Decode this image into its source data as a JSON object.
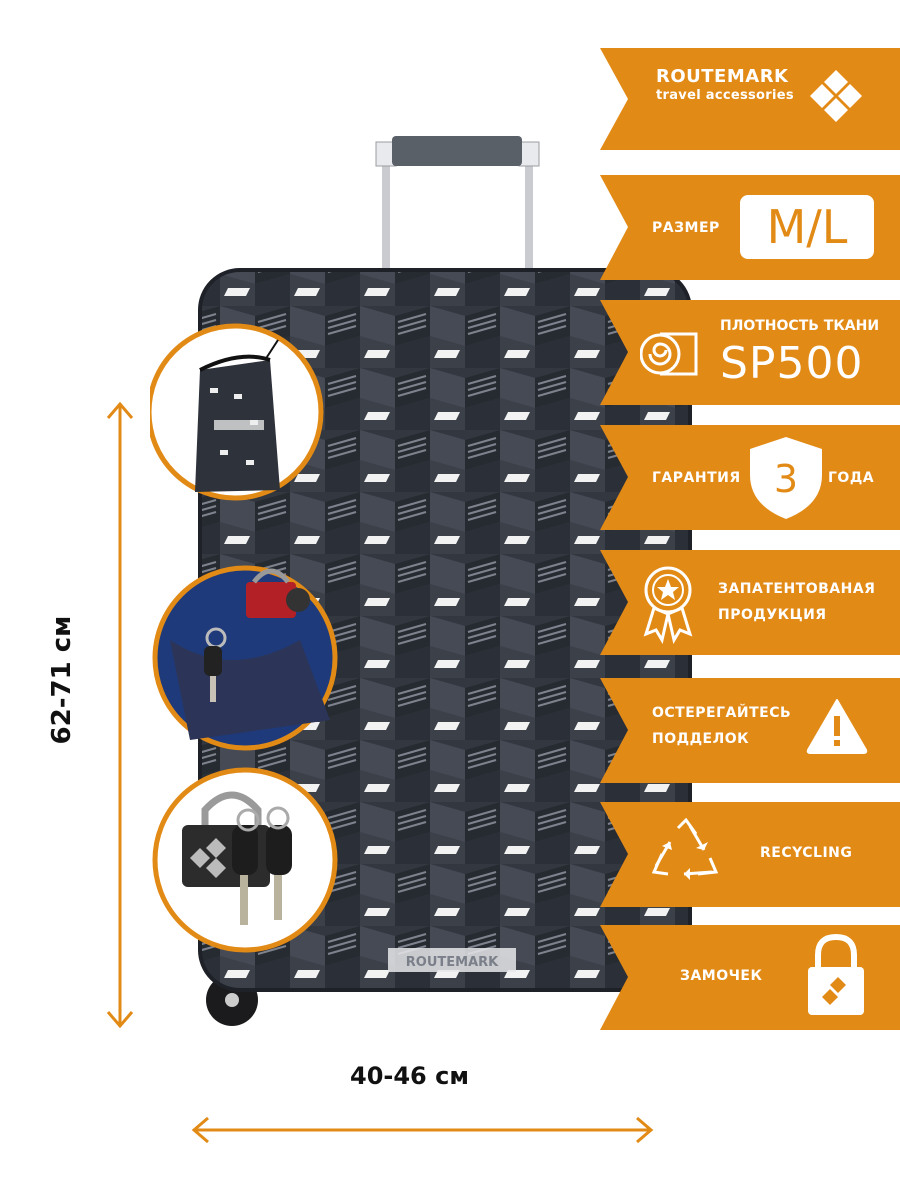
{
  "dimensions": {
    "height_label": "62-71 см",
    "width_label": "40-46 см"
  },
  "suitcase": {
    "cover_label": "ROUTEMARK"
  },
  "features": {
    "brand": {
      "name": "ROUTEMARK",
      "tagline": "travel accessories"
    },
    "size": {
      "label": "РАЗМЕР",
      "value": "M/L"
    },
    "density": {
      "label": "ПЛОТНОСТЬ ТКАНИ",
      "value": "SP500"
    },
    "warranty": {
      "label_left": "ГАРАНТИЯ",
      "value": "3",
      "label_right": "ГОДА"
    },
    "patent": {
      "line1": "ЗАПАТЕНТОВАНАЯ",
      "line2": "ПРОДУКЦИЯ"
    },
    "fake_warning": {
      "line1": "ОСТЕРЕГАЙТЕСЬ",
      "line2": "ПОДДЕЛОК"
    },
    "recycling": {
      "label": "RECYCLING"
    },
    "lock": {
      "label": "ЗАМОЧЕК"
    }
  },
  "colors": {
    "accent": "#e28a16",
    "cover_dark": "#2c3038",
    "cover_mid": "#4a4f5a"
  },
  "icons": [
    "diamond-logo-icon",
    "fabric-roll-icon",
    "shield-icon",
    "medal-star-icon",
    "warning-triangle-icon",
    "recycle-icon",
    "padlock-icon"
  ]
}
